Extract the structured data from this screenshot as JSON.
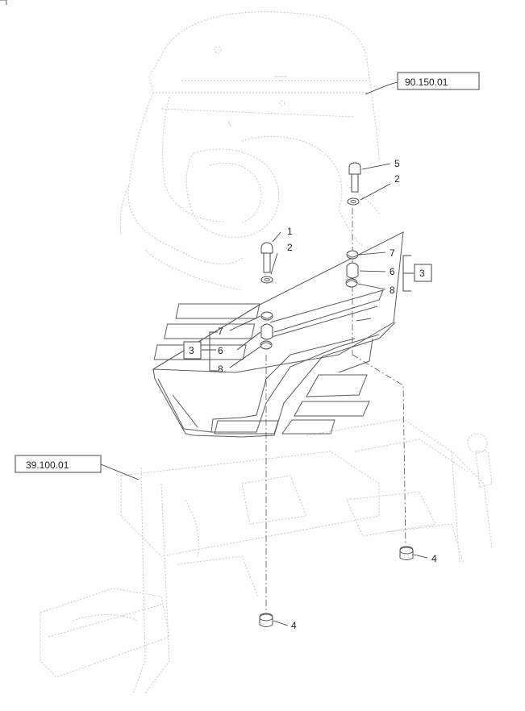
{
  "references": {
    "top_right": "90.150.01",
    "left": "39.100.01"
  },
  "kit_label": "3",
  "callouts": {
    "bolt_left": "1",
    "washer_left": "2",
    "bolt_right": "5",
    "washer_right": "2",
    "cap_top_right": "7",
    "insulator_right": "6",
    "cap_bottom_right": "8",
    "cap_top_left": "7",
    "insulator_left": "6",
    "cap_bottom_left": "8",
    "mount_right": "4",
    "mount_left": "4"
  }
}
